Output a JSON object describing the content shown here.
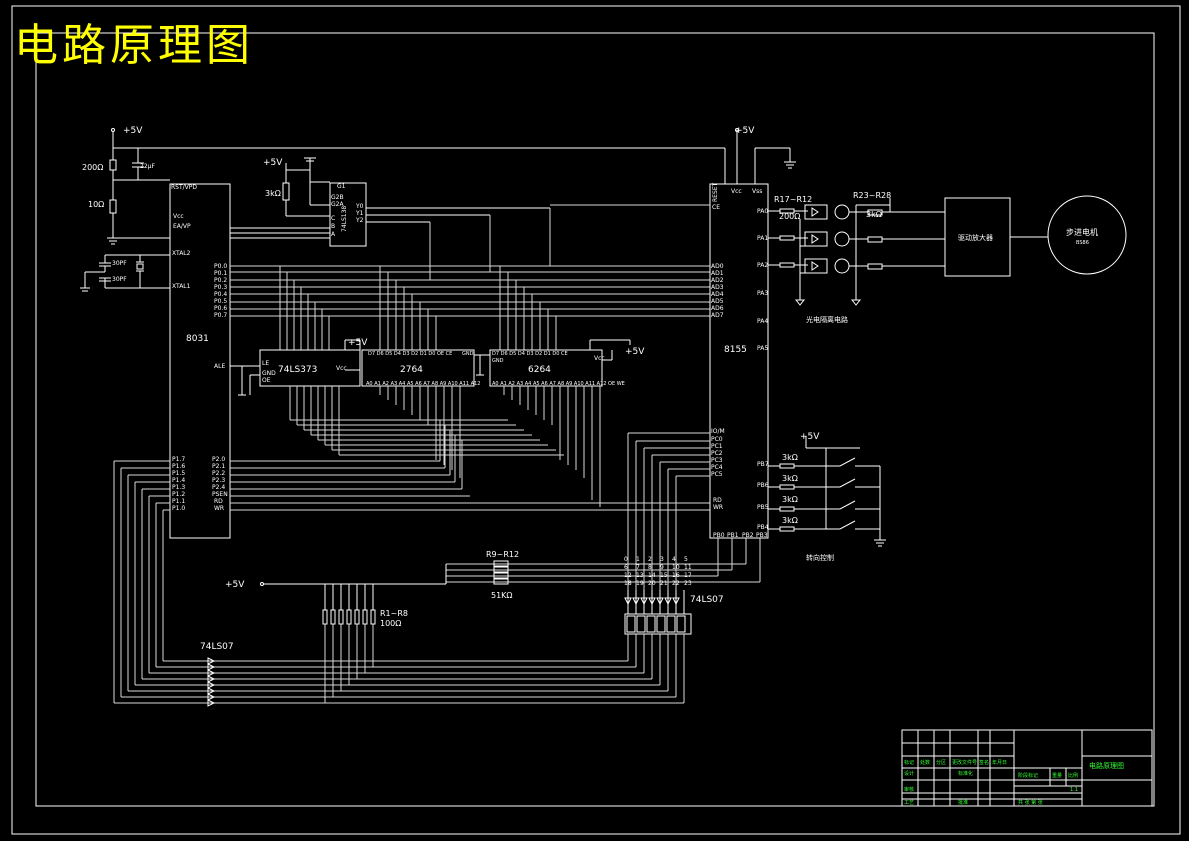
{
  "title": "电路原理图",
  "colors": {
    "background": "#000000",
    "lines": "#ffffff",
    "title": "#ffff00",
    "table_text": "#33ff33"
  },
  "power": {
    "vcc_label": "+5V"
  },
  "chips": {
    "cpu": "8031",
    "latch": "74LS373",
    "eprom": "2764",
    "ram": "6264",
    "io": "8155",
    "decoder": "74LS138",
    "buffer_left": "74LS07",
    "buffer_right": "74LS07"
  },
  "cpu_pins": {
    "rst": "RST/VPD",
    "vcc": "Vcc",
    "ea": "EA/VP",
    "xtal2": "XTAL2",
    "xtal1": "XTAL1",
    "ale": "ALE",
    "p0": [
      "P0.0",
      "P0.1",
      "P0.2",
      "P0.3",
      "P0.4",
      "P0.5",
      "P0.6",
      "P0.7"
    ],
    "p2": [
      "P2.0",
      "P2.1",
      "P2.2",
      "P2.3",
      "P2.4",
      "PSEN",
      "RD",
      "WR"
    ],
    "p1": [
      "P1.7",
      "P1.6",
      "P1.5",
      "P1.4",
      "P1.3",
      "P1.2",
      "P1.1",
      "P1.0"
    ]
  },
  "io_pins": {
    "reset": "RESET",
    "vcc": "Vcc",
    "vss": "Vss",
    "ce": "CE",
    "ad": [
      "AD0",
      "AD1",
      "AD2",
      "AD3",
      "AD4",
      "AD5",
      "AD6",
      "AD7"
    ],
    "pa": [
      "PA0",
      "PA1",
      "PA2",
      "PA3",
      "PA4",
      "PA5"
    ],
    "pc": [
      "IO/M",
      "PC0",
      "PC1",
      "PC2",
      "PC3",
      "PC4",
      "PC5"
    ],
    "pb": [
      "PB7",
      "PB6",
      "PB5",
      "PB4"
    ],
    "rd": "RD",
    "wr": "WR",
    "bottom": [
      "PB0",
      "PB1",
      "PB2",
      "PB3"
    ]
  },
  "components": {
    "r_reset": "200Ω",
    "r_10": "10Ω",
    "cap_rst": "22μF",
    "cap_x1": "30PF",
    "cap_x2": "30PF",
    "r_decoder": "3kΩ",
    "r17": "R17~R12",
    "r17_val": "200Ω",
    "r23": "R23~R28",
    "r23_val": "3kΩ",
    "r9": "R9~R12",
    "r9_val": "51KΩ",
    "r1": "R1~R8",
    "r1_val": "100Ω",
    "sw_r": "3kΩ"
  },
  "labels": {
    "driver": "驱动放大器",
    "motor": "步进电机",
    "motor_model": "BS86",
    "opto": "光电隔离电路",
    "direction": "转向控制"
  },
  "segments": {
    "row1": [
      "0",
      "1",
      "2",
      "3",
      "4",
      "5"
    ],
    "row2": [
      "6",
      "7",
      "8",
      "9",
      "10",
      "11"
    ],
    "row3": [
      "12",
      "13",
      "14",
      "15",
      "16",
      "17"
    ],
    "row4": [
      "18",
      "19",
      "20",
      "21",
      "22",
      "23"
    ]
  },
  "title_block": {
    "drawing_name": "电路原理图",
    "scale": "1:1",
    "sheet": "共 张 第 张",
    "cells": [
      "标记",
      "处数",
      "分区",
      "更改文件号",
      "签名",
      "年月日",
      "设计",
      "标准化",
      "审核",
      "工艺",
      "批准",
      "阶段标记",
      "重量",
      "比例"
    ]
  }
}
